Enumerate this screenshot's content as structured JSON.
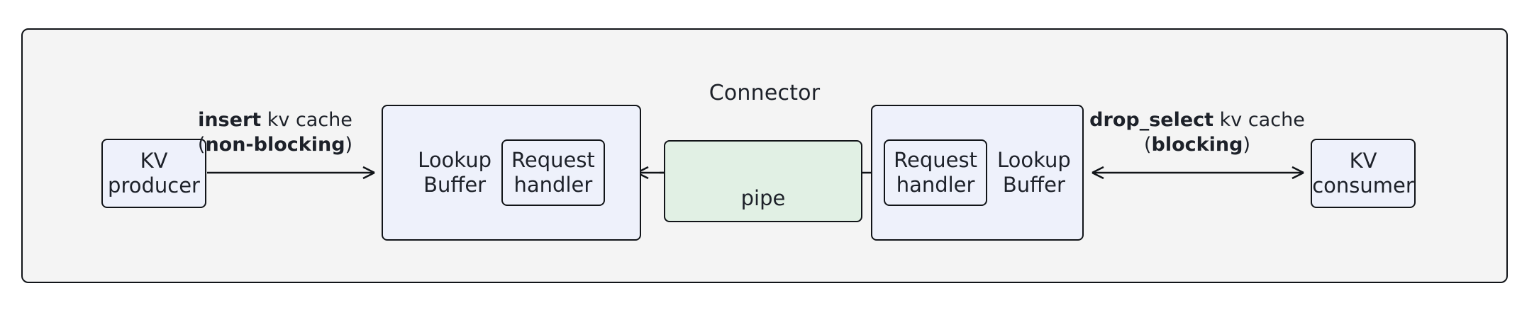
{
  "diagram": {
    "container": {
      "title": "Connector"
    },
    "nodes": {
      "kv_producer": {
        "label": "KV\nproducer",
        "fill": "#eef1fb"
      },
      "kv_consumer": {
        "label": "KV\nconsumer",
        "fill": "#eef1fb"
      },
      "lookup_buffer_left": {
        "label": "Lookup\nBuffer",
        "fill": "#eef1fb"
      },
      "lookup_buffer_right": {
        "label": "Lookup\nBuffer",
        "fill": "#eef1fb"
      },
      "request_handler_left": {
        "label": "Request\nhandler",
        "fill": "#eef1fb"
      },
      "request_handler_right": {
        "label": "Request\nhandler",
        "fill": "#eef1fb"
      },
      "pipe": {
        "label": "pipe",
        "fill": "#e1f0e4"
      }
    },
    "edges": {
      "insert": {
        "line1_bold": "insert",
        "line1_rest": " kv cache",
        "line2_prefix": "(",
        "line2_bold": "non-blocking",
        "line2_suffix": ")"
      },
      "drop_select": {
        "line1_bold": "drop_select",
        "line1_rest": " kv cache",
        "line2_prefix": "(",
        "line2_bold": "blocking",
        "line2_suffix": ")"
      }
    },
    "colors": {
      "frame_bg": "#f4f4f4",
      "stroke": "#111418",
      "node_blue": "#eef1fb",
      "node_green": "#e1f0e4",
      "text": "#1d2129"
    }
  }
}
